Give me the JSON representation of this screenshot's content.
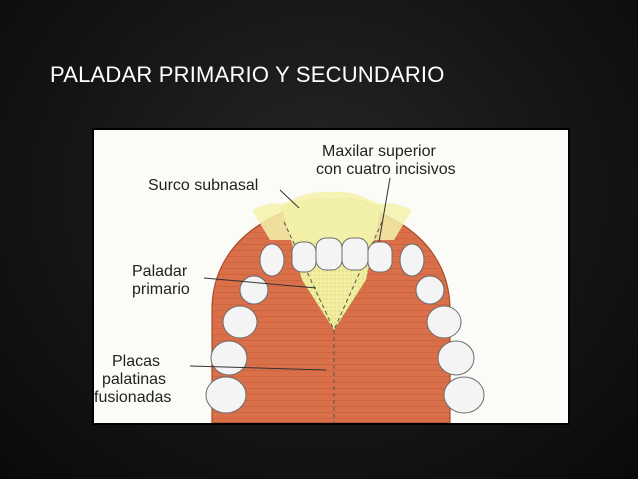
{
  "slide": {
    "title": "PALADAR PRIMARIO Y SECUNDARIO"
  },
  "diagram": {
    "labels": {
      "surco_subnasal": "Surco subnasal",
      "maxilar_line1": "Maxilar superior",
      "maxilar_line2": "con cuatro incisivos",
      "paladar_line1": "Paladar",
      "paladar_line2": "primario",
      "placas_line1": "Placas",
      "placas_line2": "palatinas",
      "placas_line3": "fusionadas"
    },
    "colors": {
      "palate_tissue": "#d9704a",
      "primary_palate": "#f2f0a8",
      "tooth": "#f4f4f4",
      "background": "#fbfbf8"
    }
  }
}
